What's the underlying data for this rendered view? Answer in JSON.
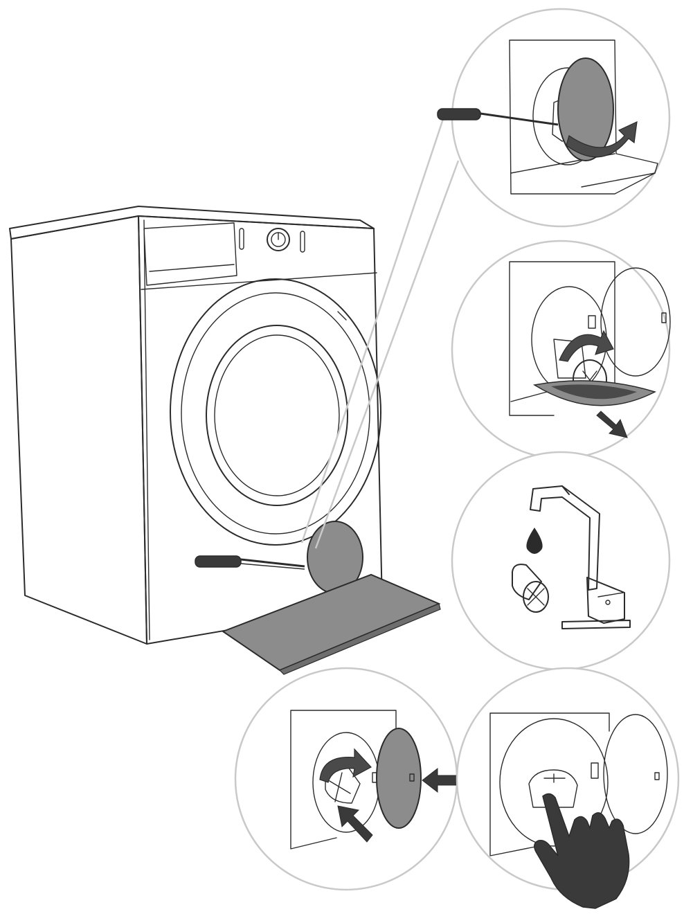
{
  "diagram": {
    "kind": "instruction-illustration",
    "text_labels": [],
    "colors": {
      "line": "#2b2b2b",
      "fill_gray": "#8c8c8c",
      "fill_dark": "#4a4a4a",
      "bubble_outline": "#c9c9c9",
      "background": "#ffffff"
    },
    "icons": [
      "washing-machine",
      "screwdriver-icon",
      "filter-cover",
      "rotate-arrow-icon",
      "drain-tray",
      "faucet-icon",
      "water-drop-icon",
      "filter-plug-icon",
      "push-arrow-icon",
      "hand-icon"
    ]
  }
}
